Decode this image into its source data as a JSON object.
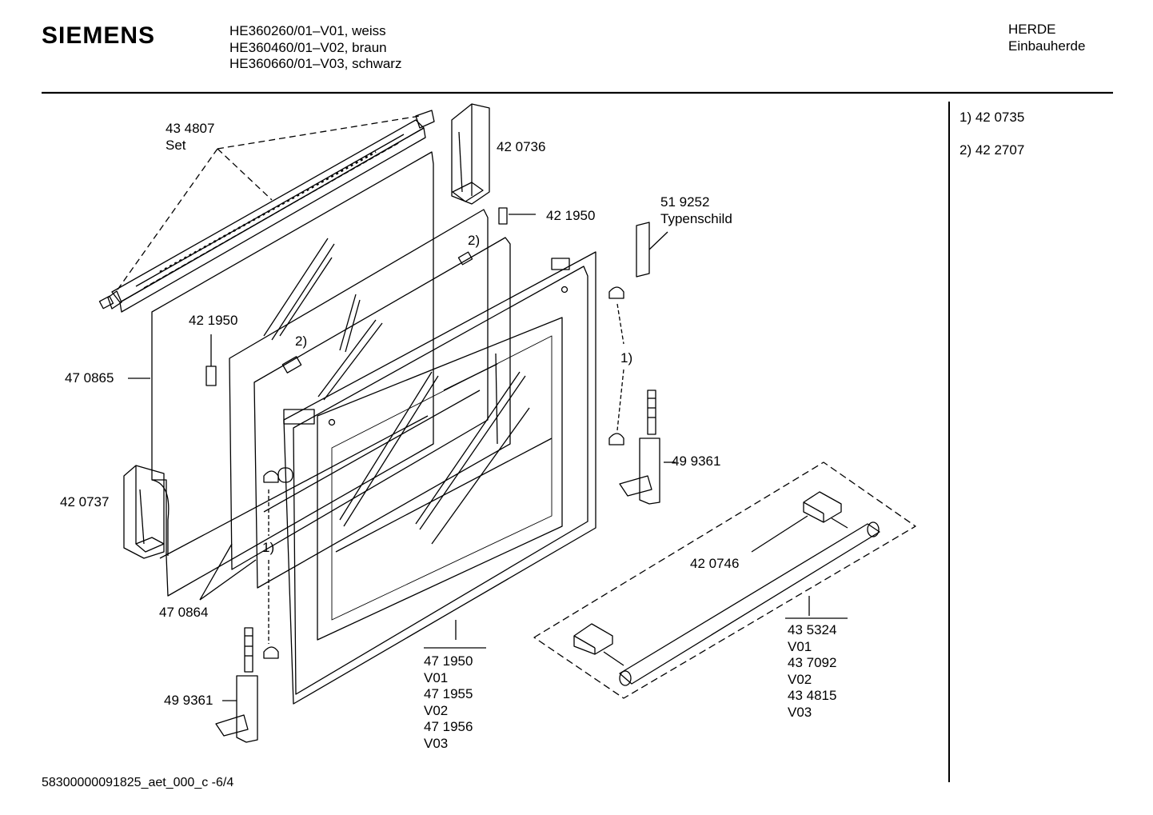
{
  "header": {
    "brand": "SIEMENS",
    "models": [
      "HE360260/01–V01, weiss",
      "HE360460/01–V02, braun",
      "HE360660/01–V03, schwarz"
    ],
    "category": [
      "HERDE",
      "Einbauherde"
    ]
  },
  "notes": [
    "1) 42 0735",
    "2) 42 2707"
  ],
  "callouts": {
    "set_number": "43 4807",
    "set_word": "Set",
    "part_420736": "42 0736",
    "part_421950_top": "42 1950",
    "part_519252": "51 9252",
    "typenschild": "Typenschild",
    "part_421950_left": "42 1950",
    "part_470865": "47 0865",
    "part_420737": "42 0737",
    "part_470864": "47 0864",
    "part_499361_right": "49 9361",
    "part_499361_left": "49 9361",
    "part_420746": "42 0746",
    "marker_1": "1)",
    "marker_2": "2)",
    "door_variants": [
      "47 1950",
      "V01",
      "47 1955",
      "V02",
      "47 1956",
      "V03"
    ],
    "handle_variants": [
      "43 5324",
      "V01",
      "43 7092",
      "V02",
      "43 4815",
      "V03"
    ]
  },
  "footer": {
    "drawing_id": "58300000091825_aet_000_c",
    "page": "-6/4"
  }
}
